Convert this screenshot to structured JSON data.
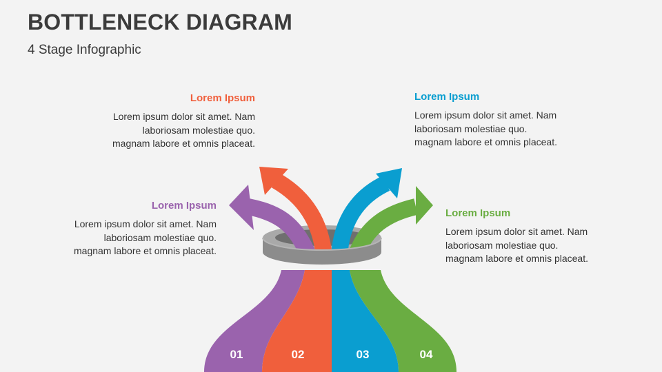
{
  "title": "BOTTLENECK DIAGRAM",
  "subtitle": "4 Stage Infographic",
  "stages": [
    {
      "number": "01",
      "heading": "Lorem Ipsum",
      "body": "Lorem ipsum dolor sit amet. Nam\nlaboriosam molestiae quo.\nmagnam labore et omnis placeat.",
      "color": "#9a63ad"
    },
    {
      "number": "02",
      "heading": "Lorem Ipsum",
      "body": "Lorem ipsum dolor sit amet. Nam\nlaboriosam molestiae quo.\nmagnam labore et omnis placeat.",
      "color": "#f05f3c"
    },
    {
      "number": "03",
      "heading": "Lorem Ipsum",
      "body": "Lorem ipsum dolor sit amet. Nam\nlaboriosam molestiae quo.\nmagnam labore et omnis placeat.",
      "color": "#0a9ed0"
    },
    {
      "number": "04",
      "heading": "Lorem Ipsum",
      "body": "Lorem ipsum dolor sit amet. Nam\nlaboriosam molestiae quo.\nmagnam labore et omnis placeat.",
      "color": "#6aad42"
    }
  ],
  "ring_color": "#8c8c8c"
}
